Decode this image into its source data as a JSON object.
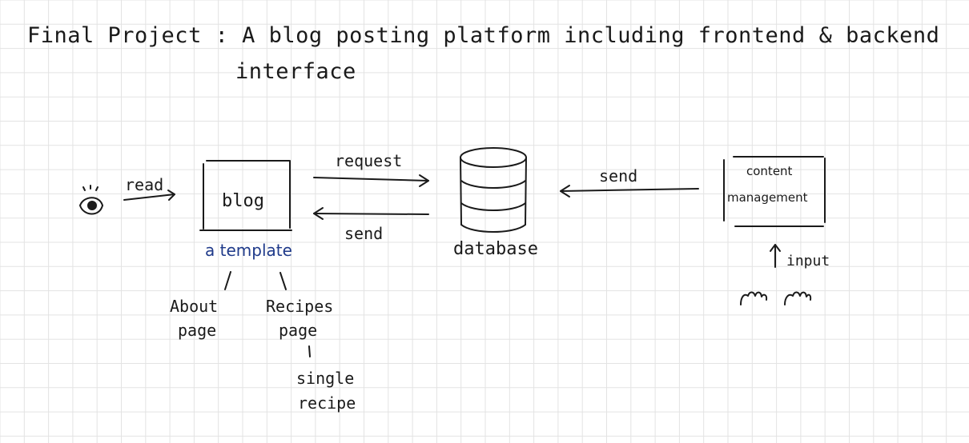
{
  "title_line1": "Final Project : A blog posting platform including frontend & backend",
  "title_line2": "interface",
  "labels": {
    "read": "read",
    "blog": "blog",
    "request": "request",
    "send_back": "send",
    "database": "database",
    "send_in": "send",
    "content": "content",
    "management": "management",
    "input": "input",
    "a_template": "a template",
    "about": "About",
    "about_page": "page",
    "recipes": "Recipes",
    "recipes_page": "page",
    "single": "single",
    "recipe": "recipe"
  },
  "colors": {
    "ink": "#1a1a1a",
    "accent_blue": "#1f3a8a",
    "grid": "#e3e3e3"
  },
  "icons": [
    "eye-icon",
    "hands-icon",
    "database-cylinder-icon"
  ]
}
